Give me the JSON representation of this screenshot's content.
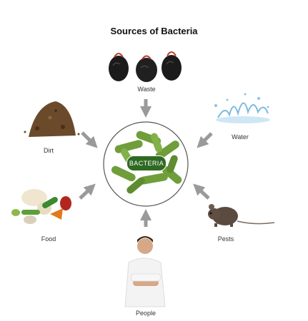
{
  "diagram": {
    "title": "Sources of Bacteria",
    "center": "BACTERIA",
    "sources": {
      "waste": "Waste",
      "water": "Water",
      "dirt": "Dirt",
      "food": "Food",
      "pests": "Pests",
      "people": "People"
    }
  },
  "colors": {
    "arrow": "#9a9a9a",
    "circle": "#555555",
    "bacteria": "#6f9e3a",
    "label_bg": "#2f6a22"
  }
}
